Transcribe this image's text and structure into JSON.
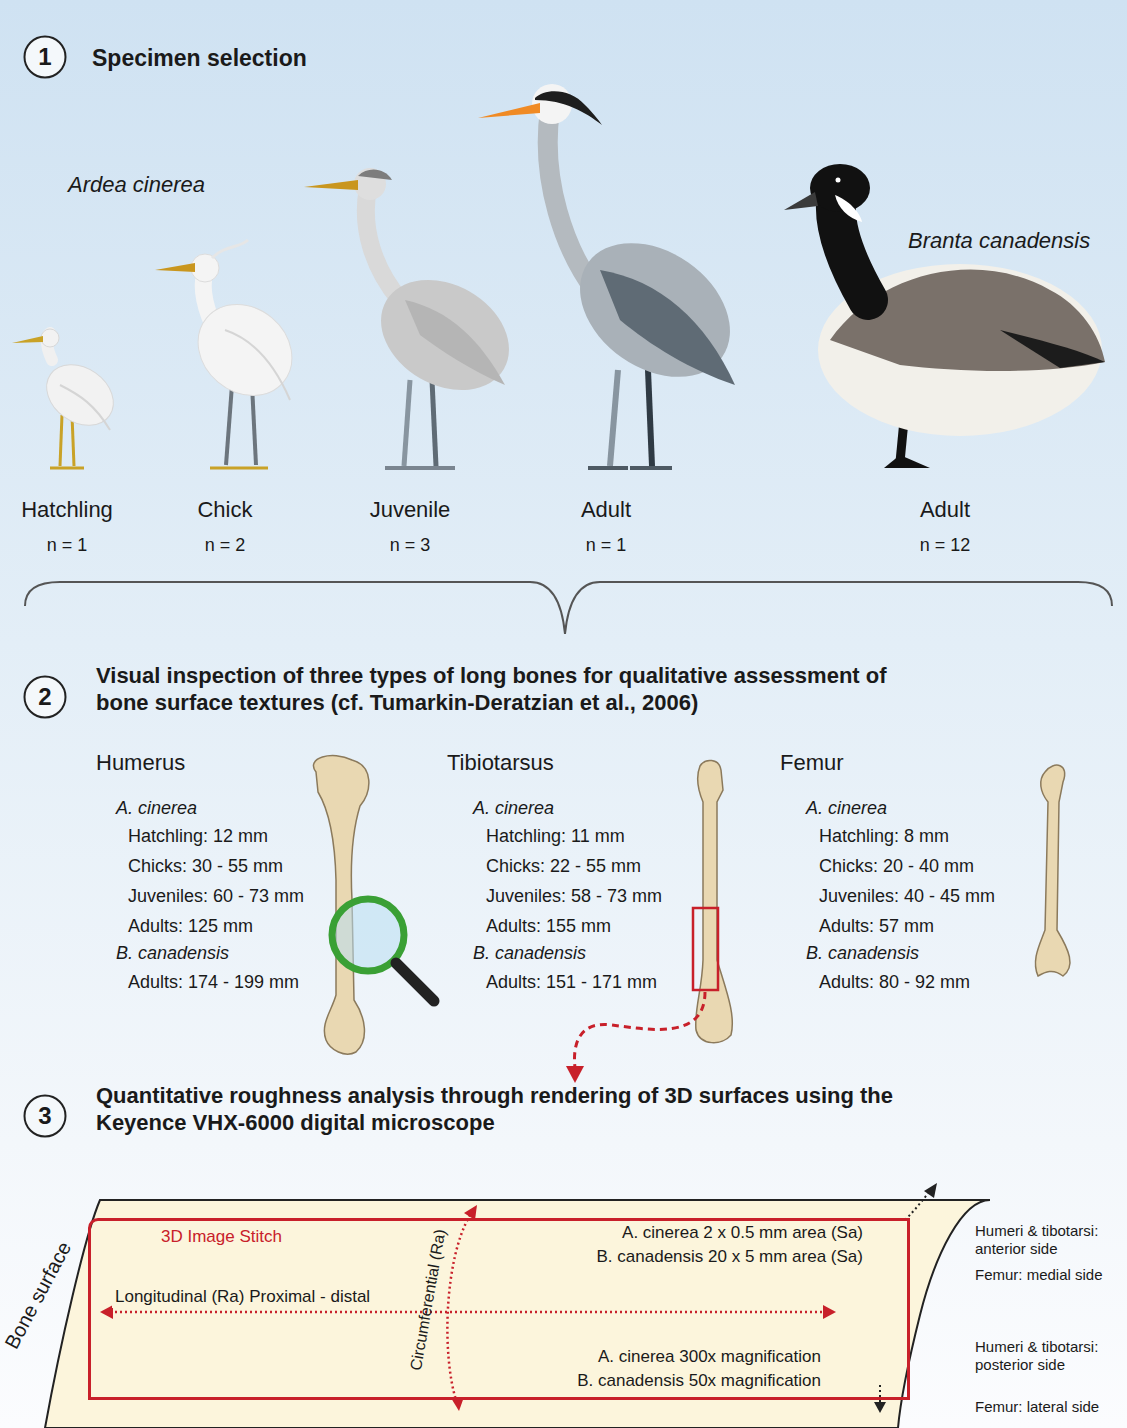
{
  "diagram": {
    "nodes": [
      {
        "text": [
          "1"
        ]
      },
      {
        "text": [
          "2"
        ]
      },
      {
        "text": [
          "3"
        ]
      },
      {
        "text": [
          "Bone surface"
        ]
      },
      {
        "text": [
          "3D Image Stitch",
          "A. cinerea 2 x 0.5 mm area (Sa)",
          "B. canadensis 20 x 5 mm area (Sa)",
          "A. cinerea 300x magnification",
          "B. canadensis 50x magnification"
        ],
        "in": 3
      }
    ],
    "labels": [
      "Specimen selection",
      "Ardea cinerea",
      "Branta canadensis",
      "Hatchling",
      "n = 1",
      "Chick",
      "n = 2",
      "Juvenile",
      "n = 3",
      "Adult",
      "n = 1",
      "Adult",
      "n = 12",
      "Visual inspection of three types of long bones for qualitative assessment of bone surface textures (cf. Tumarkin-Deratzian et al., 2006)",
      "Humerus",
      "A. cinerea",
      "Hatchling: 12 mm",
      "Chicks: 30 - 55 mm",
      "Juveniles: 60 - 73 mm",
      "Adults: 125 mm",
      "B. canadensis",
      "Adults: 174 - 199 mm",
      "Tibiotarsus",
      "A. cinerea",
      "Hatchling: 11 mm",
      "Chicks: 22 - 55 mm",
      "Juveniles: 58 - 73 mm",
      "Adults: 155 mm",
      "B. canadensis",
      "Adults: 151 - 171 mm",
      "Femur",
      "A. cinerea",
      "Hatchling: 8 mm",
      "Chicks: 20 - 40 mm",
      "Juveniles: 40 - 45 mm",
      "Adults: 57 mm",
      "B. canadensis",
      "Adults: 80 - 92 mm",
      "Quantitative roughness analysis through rendering of 3D surfaces using the Keyence VHX-6000 digital microscope",
      "Longitudinal (Ra) Proximal - distal",
      "Circumferential (Ra)",
      "Humeri & tibotarsi: anterior side",
      "Femur: medial side",
      "Humeri & tibotarsi: posterior side",
      "Femur: lateral side"
    ]
  }
}
